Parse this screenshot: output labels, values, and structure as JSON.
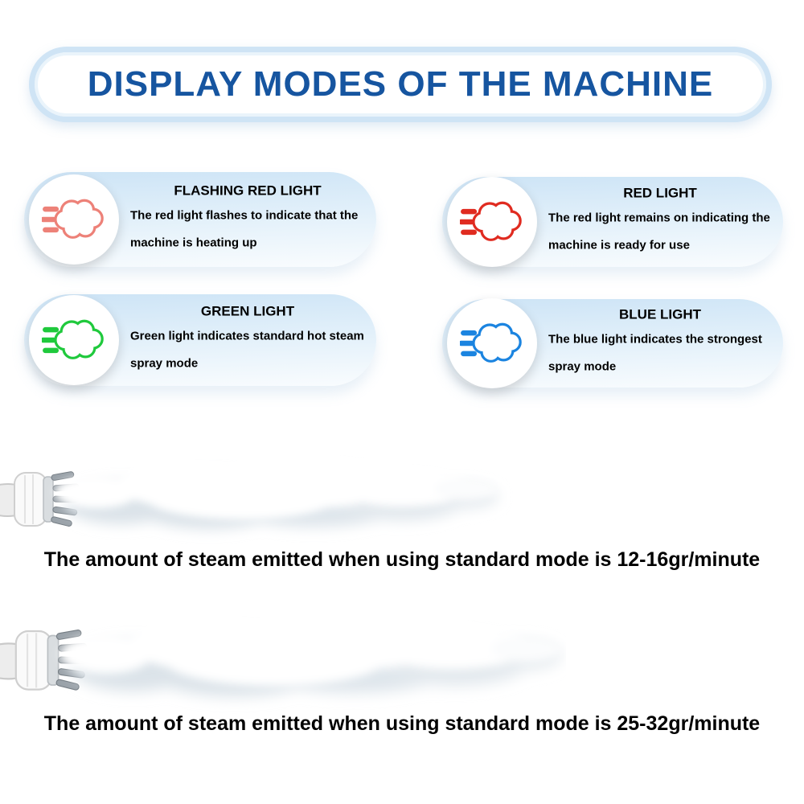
{
  "banner": {
    "title": "DISPLAY MODES OF THE MACHINE",
    "title_color": "#1655a0",
    "border_color": "#cfe4f5"
  },
  "cards": [
    {
      "title": "FLASHING RED LIGHT",
      "description": "The red light flashes to indicate that the machine is heating up",
      "color": "#ed8178",
      "icon": "steam-puff-icon"
    },
    {
      "title": "RED LIGHT",
      "description": "The red light remains on indicating the machine is ready for use",
      "color": "#e02b20",
      "icon": "steam-puff-icon"
    },
    {
      "title": "GREEN LIGHT",
      "description": "Green light indicates standard hot steam spray mode",
      "color": "#1fc93c",
      "icon": "steam-puff-icon"
    },
    {
      "title": "BLUE LIGHT",
      "description": "The blue light indicates the strongest spray mode",
      "color": "#1b84e0",
      "icon": "steam-puff-icon"
    }
  ],
  "captions": [
    {
      "text": "The amount of steam emitted when using standard mode is 12-16gr/minute"
    },
    {
      "text": "The amount of steam emitted when using standard mode is 25-32gr/minute"
    }
  ],
  "card_background_color": "#cde4f6"
}
